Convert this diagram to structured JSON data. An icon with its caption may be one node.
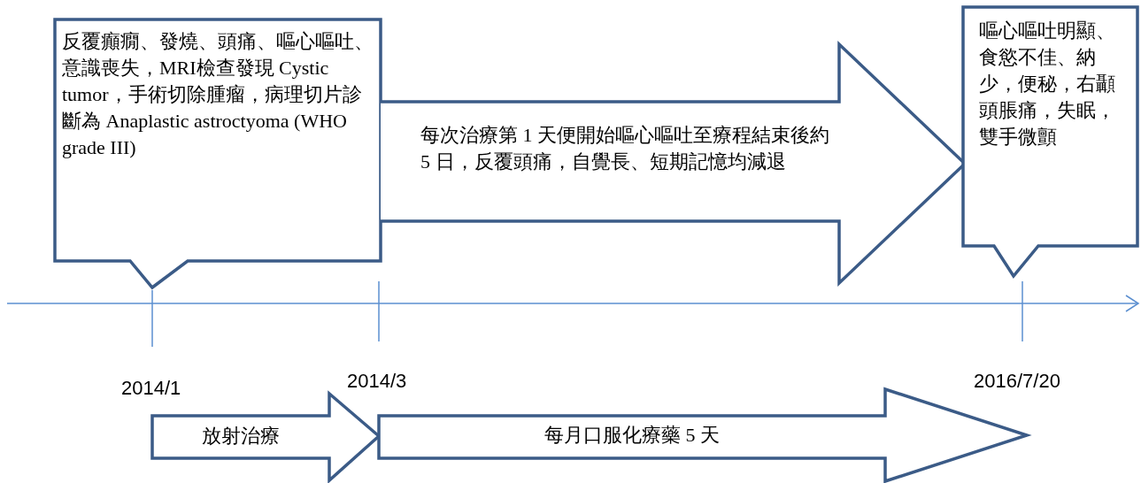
{
  "diagram": {
    "nodes": [
      {
        "text": [
          "反覆癲癇、發燒、頭痛、嘔心嘔吐、意識喪失，MRI檢查發現 Cystic tumor，手術切除腫瘤，病理切片診斷為 Anaplastic astroctyoma (WHO grade III)"
        ]
      },
      {
        "text": [
          "每次治療第 1 天便開始嘔心嘔吐至療程結束後約 5 日，反覆頭痛，自覺長、短期記憶均減退"
        ]
      },
      {
        "text": [
          "嘔心嘔吐明顯、食慾不佳、納少，便秘，右顳頭脹痛，失眠，雙手微顫"
        ]
      },
      {
        "text": [
          "放射治療"
        ]
      },
      {
        "text": [
          "每月口服化療藥 5 天"
        ]
      }
    ],
    "labels": [
      "2014/1",
      "2014/3",
      "2016/7/20"
    ]
  }
}
